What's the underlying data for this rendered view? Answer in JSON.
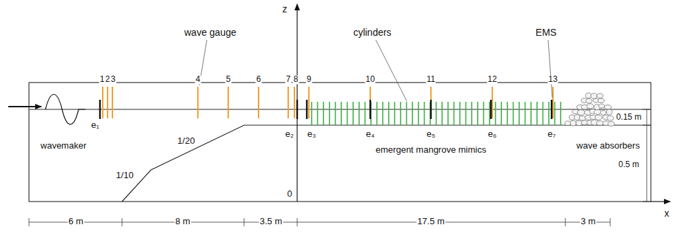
{
  "diagram": {
    "labels": [
      "wave gauge",
      "cylinders",
      "EMS",
      "1",
      "2",
      "3",
      "4",
      "5",
      "6",
      "7",
      "8",
      "9",
      "10",
      "11",
      "12",
      "13",
      "z",
      "x",
      "0",
      "wavemaker",
      "1/20",
      "1/10",
      "emergent mangrove mimics",
      "wave absorbers",
      "0.15 m",
      "0.5 m",
      "e₁",
      "e₂",
      "e₃",
      "e₄",
      "e₅",
      "e₆",
      "e₇",
      "6 m",
      "8 m",
      "3.5 m",
      "17.5 m",
      "3 m"
    ]
  }
}
